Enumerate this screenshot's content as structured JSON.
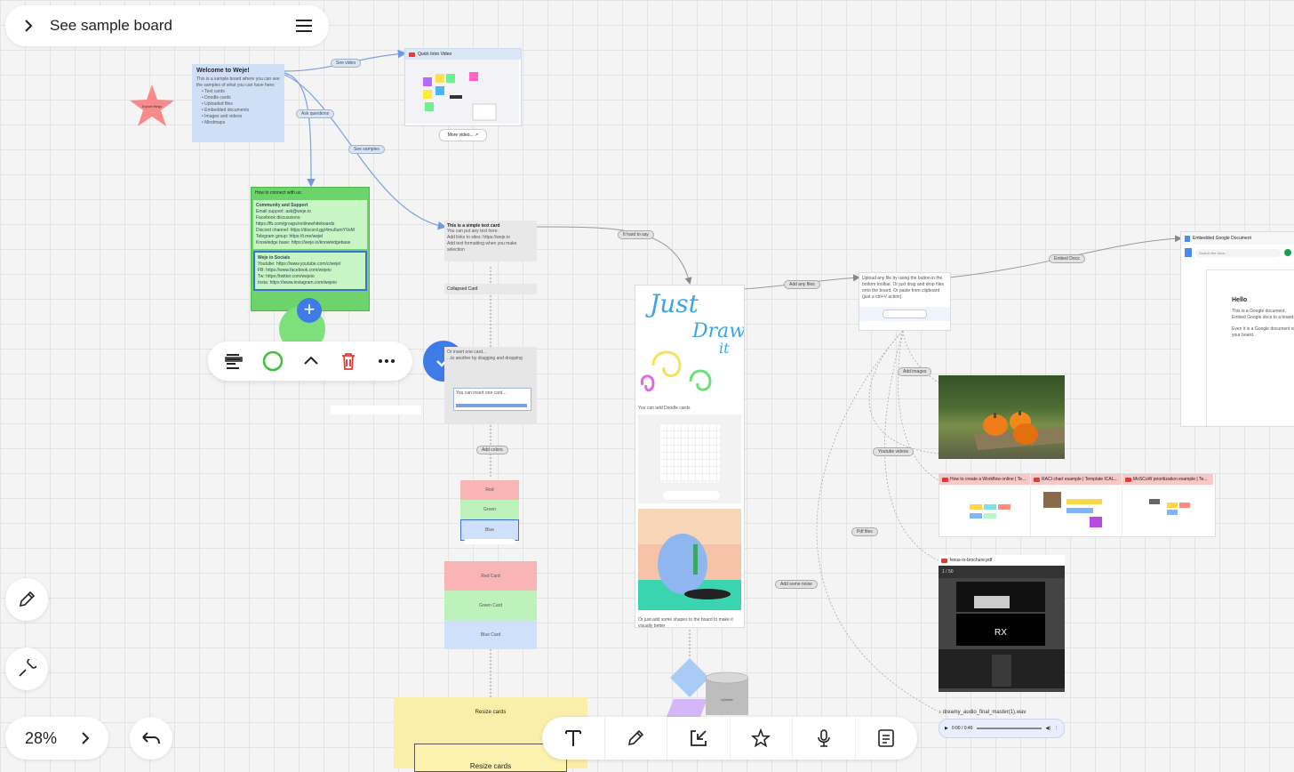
{
  "board": {
    "title": "See sample board",
    "zoom": "28%"
  },
  "star": {
    "label": "Explore things"
  },
  "welcome": {
    "title": "Welcome to Weje!",
    "intro": "This is a sample board where you can see the samples of what you can have here:",
    "items": [
      "Text cards",
      "Doodle cards",
      "Uploaded files",
      "Embedded documents",
      "Images and videos",
      "Mindmaps"
    ]
  },
  "links": {
    "see_video": "See video",
    "ask_questions": "Ask questions",
    "see_samples": "See samples",
    "it_hard_to_say": "It hard to say",
    "add_any_files": "Add any files",
    "embed_docs": "Embed Docs",
    "add_images": "Add images",
    "youtube_videos": "Youtube videos",
    "pdf_files": "Pdf files",
    "add_some_noise": "Add some noise",
    "add_colors": "Add colors"
  },
  "video_card": {
    "title": "Quick Intro Video",
    "more_button": "More video..."
  },
  "connect_card": {
    "header": "How to connect with us:",
    "community_title": "Community and Support",
    "community_lines": [
      "Email support: ask@weje.io",
      "Facebook discussions: https://fb.com/groups/onlinewhiteboards",
      "Discord channel: https://discord.gg/4mu6umYVeM",
      "Telegram group: https://t.me/wejeI",
      "Knowledge base: https://weje.io/knowledgebase"
    ],
    "socials_title": "Weje in Socials",
    "socials_lines": [
      "Youtube: https://www.youtube.com/c/wejeI",
      "FB: https://www.facebook.com/wejeio",
      "Tw: https://twitter.com/wejeio",
      "Insta: https://www.instagram.com/wejeio"
    ]
  },
  "text_card": {
    "title": "This is a simple text card",
    "lines": [
      "You can put any text here.",
      "Add links to sites: https://weje.io",
      "Add text formatting when you make selection"
    ]
  },
  "collapsed_card": {
    "title": "Collapsed Card"
  },
  "insert_card": {
    "line1": "Or insert one card...",
    "line2": "...to another by dragging and dropping",
    "inner": "You can insert one card..."
  },
  "color_stack": {
    "top": [
      "Red",
      "Green",
      "Blue"
    ],
    "cards": [
      "Red Card",
      "Green Card",
      "Blue Card"
    ]
  },
  "draw_card": {
    "line1": "Just",
    "line2": "Draw",
    "line3": "it",
    "doodle_caption": "You can add Doodle cards",
    "shapes_caption": "Or just add some shapes to the board to make it visually better"
  },
  "resize": {
    "outer": "Resize cards",
    "inner": "Resize cards"
  },
  "file_card": {
    "text": "Upload any file by using the button in the bottom toolbar. Or just drag and drop files onto the board. Or paste from clipboard (just a ctrl+V action)."
  },
  "youtube": [
    "How to create a Workflow online | Te...",
    "RACI chart example | Template ICAL...",
    "MoSCoW prioritization example | Te..."
  ],
  "pdf": {
    "name": "lexus-rx-brochure.pdf",
    "page": "1 / 50",
    "heading": "RX"
  },
  "audio": {
    "name": "dreamy_audio_final_master(1).wav",
    "time": "0:00 / 0:46"
  },
  "gdoc": {
    "title": "Embedded Google Document",
    "search": "Search the docs...",
    "heading": "Hello",
    "p1": "This is a Google document. Embed Google docs to a board.",
    "p2": "Even it is a Google document on your board."
  },
  "shapes": {
    "cylinder": "cylinder"
  },
  "colors": {
    "accent": "#3e7be8",
    "welcome": "#cfe0f6",
    "connect": "#6ed36a",
    "red_card": "#f9b5b5",
    "green_card": "#bdf3bb",
    "blue_card": "#cfe0fa",
    "yellow_card": "#fbeeaa"
  }
}
